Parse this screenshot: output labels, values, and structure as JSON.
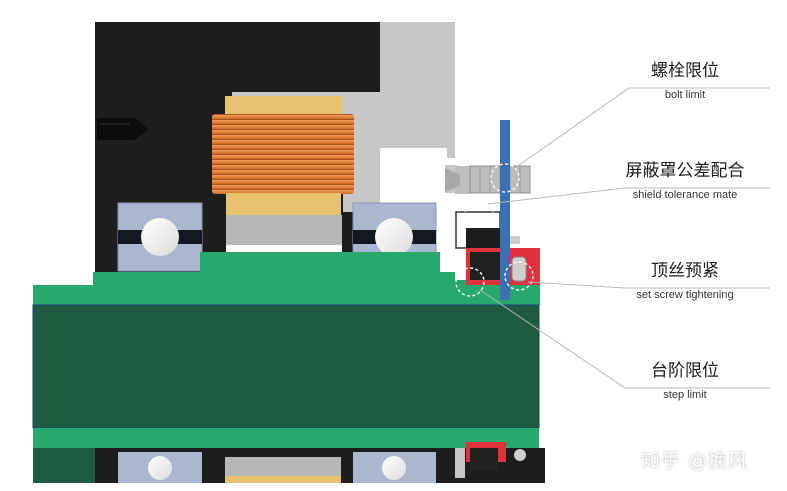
{
  "callouts": [
    {
      "zh": "螺栓限位",
      "en": "bolt limit"
    },
    {
      "zh": "屏蔽罩公差配合",
      "en": "shield tolerance mate"
    },
    {
      "zh": "顶丝预紧",
      "en": "set screw tightening"
    },
    {
      "zh": "台阶限位",
      "en": "step limit"
    }
  ],
  "watermark": "知乎 @挽风",
  "colors": {
    "housing": "#1d1d1d",
    "housing_cap": "#c7c7c7",
    "shaft_green": "#27a96b",
    "shaft_core": "#1d5c41",
    "coil": "#e07d33",
    "bearing": "#a9b8cf",
    "pin": "#3c6fb4",
    "clamp": "#e0313c",
    "leader": "#b8b8b8"
  }
}
